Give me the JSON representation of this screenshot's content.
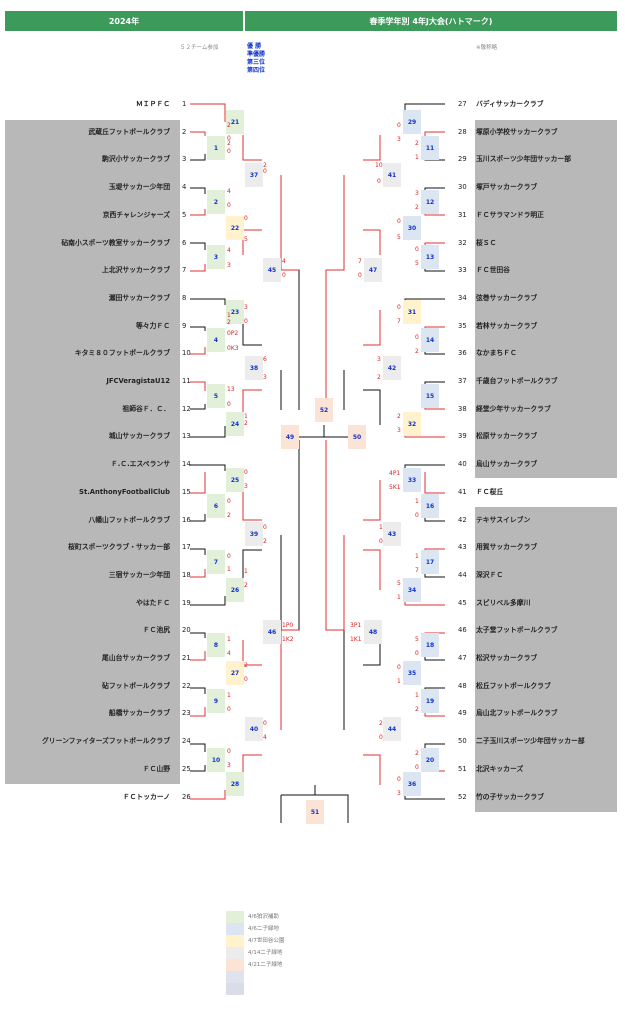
{
  "header": {
    "year": "2024年",
    "title": "春季学年別 4年J大会(ハトマーク)"
  },
  "sub": {
    "left": "５２チーム参加",
    "right": "※敬称略"
  },
  "award_legend": [
    "優 勝",
    "準優勝",
    "第三位",
    "第四位"
  ],
  "left_teams": [
    {
      "no": "1",
      "name": "ＭＩＰＦＣ"
    },
    {
      "no": "2",
      "name": "武蔵丘フットボールクラブ"
    },
    {
      "no": "3",
      "name": "駒沢小サッカークラブ"
    },
    {
      "no": "4",
      "name": "玉堤サッカー少年団"
    },
    {
      "no": "5",
      "name": "京西チャレンジャーズ"
    },
    {
      "no": "6",
      "name": "砧南小スポーツ教室サッカークラブ"
    },
    {
      "no": "7",
      "name": "上北沢サッカークラブ"
    },
    {
      "no": "8",
      "name": "瀬田サッカークラブ"
    },
    {
      "no": "9",
      "name": "等々力ＦＣ"
    },
    {
      "no": "10",
      "name": "キタミ８０フットボールクラブ"
    },
    {
      "no": "11",
      "name": "JFCVeragistaU12"
    },
    {
      "no": "12",
      "name": "祖師谷Ｆ．Ｃ．"
    },
    {
      "no": "13",
      "name": "城山サッカークラブ"
    },
    {
      "no": "14",
      "name": "Ｆ.Ｃ.エスペランサ"
    },
    {
      "no": "15",
      "name": "St.AnthonyFootballClub"
    },
    {
      "no": "16",
      "name": "八幡山フットボールクラブ"
    },
    {
      "no": "17",
      "name": "桜町スポーツクラブ・サッカー部"
    },
    {
      "no": "18",
      "name": "三宿サッカー少年団"
    },
    {
      "no": "19",
      "name": "やはたＦＣ"
    },
    {
      "no": "20",
      "name": "ＦＣ池尻"
    },
    {
      "no": "21",
      "name": "尾山台サッカークラブ"
    },
    {
      "no": "22",
      "name": "砧フットボールクラブ"
    },
    {
      "no": "23",
      "name": "船橋サッカークラブ"
    },
    {
      "no": "24",
      "name": "グリーンファイターズフットボールクラブ"
    },
    {
      "no": "25",
      "name": "ＦＣ山野"
    },
    {
      "no": "26",
      "name": "ＦＣトッカーノ"
    }
  ],
  "right_teams": [
    {
      "no": "27",
      "name": "バディサッカークラブ"
    },
    {
      "no": "28",
      "name": "塚原小学校サッカークラブ"
    },
    {
      "no": "29",
      "name": "玉川スポーツ少年団サッカー部"
    },
    {
      "no": "30",
      "name": "塚戸サッカークラブ"
    },
    {
      "no": "31",
      "name": "ＦＣサラマンドラ明正"
    },
    {
      "no": "32",
      "name": "桜ＳＣ"
    },
    {
      "no": "33",
      "name": "ＦＣ世田谷"
    },
    {
      "no": "34",
      "name": "弦巻サッカークラブ"
    },
    {
      "no": "35",
      "name": "若林サッカークラブ"
    },
    {
      "no": "36",
      "name": "なかまちＦＣ"
    },
    {
      "no": "37",
      "name": "千歳台フットボールクラブ"
    },
    {
      "no": "38",
      "name": "経堂少年サッカークラブ"
    },
    {
      "no": "39",
      "name": "松原サッカークラブ"
    },
    {
      "no": "40",
      "name": "烏山サッカークラブ"
    },
    {
      "no": "41",
      "name": "ＦＣ桜丘"
    },
    {
      "no": "42",
      "name": "テキサスイレブン"
    },
    {
      "no": "43",
      "name": "用賀サッカークラブ"
    },
    {
      "no": "44",
      "name": "深沢ＦＣ"
    },
    {
      "no": "45",
      "name": "スピリベル多摩川"
    },
    {
      "no": "46",
      "name": "太子堂フットボールクラブ"
    },
    {
      "no": "47",
      "name": "松沢サッカークラブ"
    },
    {
      "no": "48",
      "name": "松丘フットボールクラブ"
    },
    {
      "no": "49",
      "name": "烏山北フットボールクラブ"
    },
    {
      "no": "50",
      "name": "二子玉川スポーツ少年団サッカー部"
    },
    {
      "no": "51",
      "name": "北沢キッカーズ"
    },
    {
      "no": "52",
      "name": "竹の子サッカークラブ"
    }
  ],
  "matches": {
    "m1": "1",
    "m2": "2",
    "m3": "3",
    "m4": "4",
    "m5": "5",
    "m6": "6",
    "m7": "7",
    "m8": "8",
    "m9": "9",
    "m10": "10",
    "m11": "11",
    "m12": "12",
    "m13": "13",
    "m14": "14",
    "m15": "15",
    "m16": "16",
    "m17": "17",
    "m18": "18",
    "m19": "19",
    "m20": "20",
    "m21": "21",
    "m22": "22",
    "m23": "23",
    "m24": "24",
    "m25": "25",
    "m26": "26",
    "m27": "27",
    "m28": "28",
    "m29": "29",
    "m30": "30",
    "m31": "31",
    "m32": "32",
    "m33": "33",
    "m34": "34",
    "m35": "35",
    "m36": "36",
    "m37": "37",
    "m38": "38",
    "m39": "39",
    "m40": "40",
    "m41": "41",
    "m42": "42",
    "m43": "43",
    "m44": "44",
    "m45": "45",
    "m46": "46",
    "m47": "47",
    "m48": "48",
    "m49": "49",
    "m50": "50",
    "m51": "51",
    "m52": "52"
  },
  "scores": {
    "s1": "2",
    "s2": "0",
    "s3": "2",
    "s4": "0",
    "s5": "4",
    "s6": "0",
    "s7": "4",
    "s8": "3",
    "s9": "0",
    "s10": "5",
    "s11": "2",
    "s12": "0",
    "s13": "3",
    "s14": "0",
    "s15": "2",
    "s16": "1",
    "s17": "0P2",
    "s18": "0K3",
    "s19": "6",
    "s20": "3",
    "s21": "13",
    "s22": "0",
    "s23": "1",
    "s24": "2",
    "s25": "0",
    "s26": "3",
    "s27": "0",
    "s28": "2",
    "s29": "0",
    "s30": "2",
    "s31": "0",
    "s32": "1",
    "s33": "1",
    "s34": "2",
    "s35": "1P0",
    "s36": "1K2",
    "s37": "1",
    "s38": "4",
    "s39": "2",
    "s40": "0",
    "s41": "1",
    "s42": "0",
    "s43": "0",
    "s44": "4",
    "s45": "0",
    "s46": "3",
    "s47": "4",
    "s48": "0",
    "s49": "0",
    "s50": "3",
    "s51": "10",
    "s52": "0",
    "s53": "2",
    "s54": "1",
    "s55": "3",
    "s56": "2",
    "s57": "0",
    "s58": "5",
    "s59": "7",
    "s60": "0",
    "s61": "0",
    "s62": "5",
    "s63": "0",
    "s64": "7",
    "s65": "0",
    "s66": "2",
    "s67": "3",
    "s68": "2",
    "s69": "2",
    "s70": "3",
    "s71": "4P1",
    "s72": "5K1",
    "s73": "1",
    "s74": "0",
    "s75": "1",
    "s76": "7",
    "s77": "5",
    "s78": "1",
    "s79": "1",
    "s80": "0",
    "s81": "3P1",
    "s82": "1K1",
    "s83": "5",
    "s84": "0",
    "s85": "0",
    "s86": "1",
    "s87": "1",
    "s88": "2",
    "s89": "2",
    "s90": "0",
    "s91": "0",
    "s92": "3",
    "s93": "2",
    "s94": "0"
  },
  "date_legend": [
    {
      "color": "#e2efd9",
      "label": "4/6狛沢補助"
    },
    {
      "color": "#dce6f2",
      "label": "4/6二子緑地"
    },
    {
      "color": "#fff2cc",
      "label": "4/7世田谷公園"
    },
    {
      "color": "#ececec",
      "label": "4/14二子緑地"
    },
    {
      "color": "#fbe4d5",
      "label": "4/21二子緑地"
    },
    {
      "color": "#dfe3ee",
      "label": ""
    },
    {
      "color": "#d9dde8",
      "label": ""
    }
  ]
}
